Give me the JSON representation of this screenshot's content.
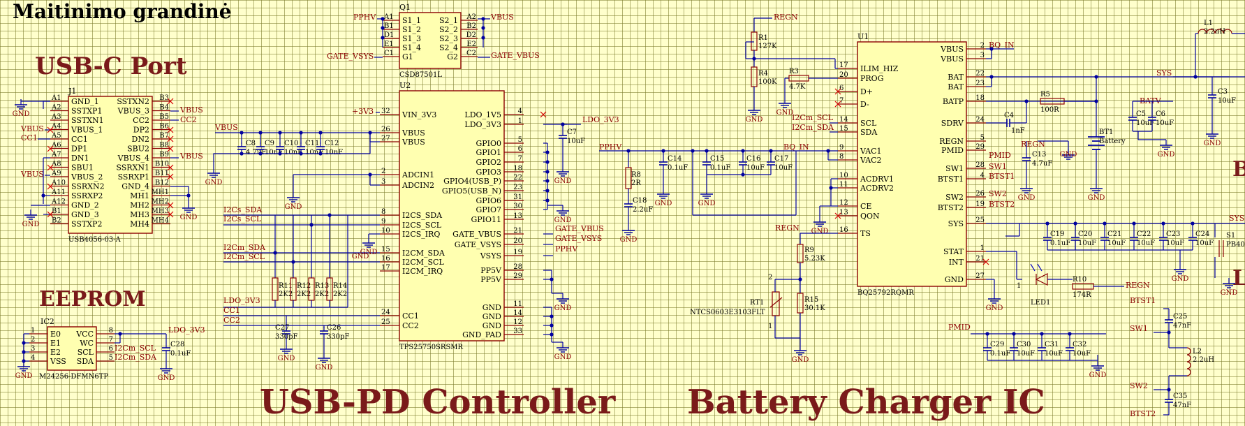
{
  "sheet_title": "Maitinimo grandinė",
  "sections": {
    "usb_port": "USB-C Port",
    "eeprom": "EEPROM",
    "pd_controller": "USB-PD Controller",
    "charger": "Battery Charger IC"
  },
  "colors": {
    "background": "#ffffcc",
    "wire": "#0000a0",
    "part_outline": "#8b0000",
    "part_fill": "#ffffb0",
    "net_label": "#8b0000",
    "text": "#000000"
  },
  "j1": {
    "ref": "J1",
    "part": "USB4056-03-A",
    "left": [
      {
        "pin": "A1",
        "name": "GND_1"
      },
      {
        "pin": "A2",
        "name": "SSTXP1"
      },
      {
        "pin": "A3",
        "name": "SSTXN1"
      },
      {
        "pin": "A4",
        "name": "VBUS_1"
      },
      {
        "pin": "A5",
        "name": "CC1"
      },
      {
        "pin": "A6",
        "name": "DP1"
      },
      {
        "pin": "A7",
        "name": "DN1"
      },
      {
        "pin": "A8",
        "name": "SBU1"
      },
      {
        "pin": "A9",
        "name": "VBUS_2"
      },
      {
        "pin": "A10",
        "name": "SSRXN2"
      },
      {
        "pin": "A11",
        "name": "SSRXP2"
      },
      {
        "pin": "A12",
        "name": "GND_2"
      },
      {
        "pin": "B1",
        "name": "GND_3"
      },
      {
        "pin": "B2",
        "name": "SSTXP2"
      }
    ],
    "right": [
      {
        "pin": "B3",
        "name": "SSTXN2"
      },
      {
        "pin": "B4",
        "name": "VBUS_3"
      },
      {
        "pin": "B5",
        "name": "CC2"
      },
      {
        "pin": "B6",
        "name": "DP2"
      },
      {
        "pin": "B7",
        "name": "DN2"
      },
      {
        "pin": "B8",
        "name": "SBU2"
      },
      {
        "pin": "B9",
        "name": "VBUS_4"
      },
      {
        "pin": "B10",
        "name": "SSRXN1"
      },
      {
        "pin": "B11",
        "name": "SSRXP1"
      },
      {
        "pin": "B12",
        "name": "GND_4"
      },
      {
        "pin": "MH1",
        "name": "MH1"
      },
      {
        "pin": "MH2",
        "name": "MH2"
      },
      {
        "pin": "MH3",
        "name": "MH3"
      },
      {
        "pin": "MH4",
        "name": "MH4"
      }
    ],
    "nets": {
      "vbus_a4": "VBUS",
      "cc1": "CC1",
      "vbus_a9": "VBUS",
      "vbus_b4": "VBUS",
      "cc2": "CC2",
      "vbus_b9": "VBUS"
    }
  },
  "q1": {
    "ref": "Q1",
    "part": "CSD87501L",
    "left": [
      {
        "pin": "A1",
        "name": "S1_1"
      },
      {
        "pin": "B1",
        "name": "S1_2"
      },
      {
        "pin": "D1",
        "name": "S1_3"
      },
      {
        "pin": "E1",
        "name": "S1_4"
      },
      {
        "pin": "C1",
        "name": "G1"
      }
    ],
    "right": [
      {
        "pin": "A2",
        "name": "S2_1"
      },
      {
        "pin": "B2",
        "name": "S2_2"
      },
      {
        "pin": "D2",
        "name": "S2_3"
      },
      {
        "pin": "E2",
        "name": "S2_4"
      },
      {
        "pin": "C2",
        "name": "G2"
      }
    ],
    "nets": {
      "left_top": "PPHV",
      "right_top": "VBUS",
      "left_gate": "GATE_VSYS",
      "right_gate": "GATE_VBUS"
    }
  },
  "u2": {
    "ref": "U2",
    "part": "TPS25750SRSMR",
    "left": [
      {
        "pin": "32",
        "name": "VIN_3V3"
      },
      {
        "pin": "26",
        "name": "VBUS"
      },
      {
        "pin": "27",
        "name": "VBUS"
      },
      {
        "pin": "2",
        "name": "ADCIN1"
      },
      {
        "pin": "3",
        "name": "ADCIN2"
      },
      {
        "pin": "8",
        "name": "I2CS_SDA"
      },
      {
        "pin": "9",
        "name": "I2CS_SCL"
      },
      {
        "pin": "10",
        "name": "I2CS_IRQ"
      },
      {
        "pin": "15",
        "name": "I2CM_SDA"
      },
      {
        "pin": "16",
        "name": "I2CM_SCL"
      },
      {
        "pin": "17",
        "name": "I2CM_IRQ"
      },
      {
        "pin": "24",
        "name": "CC1"
      },
      {
        "pin": "25",
        "name": "CC2"
      }
    ],
    "right": [
      {
        "pin": "4",
        "name": "LDO_1V5"
      },
      {
        "pin": "1",
        "name": "LDO_3V3"
      },
      {
        "pin": "5",
        "name": "GPIO0"
      },
      {
        "pin": "6",
        "name": "GPIO1"
      },
      {
        "pin": "7",
        "name": "GPIO2"
      },
      {
        "pin": "18",
        "name": "GPIO3"
      },
      {
        "pin": "22",
        "name": "GPIO4(USB_P)"
      },
      {
        "pin": "23",
        "name": "GPIO5(USB_N)"
      },
      {
        "pin": "31",
        "name": "GPIO6"
      },
      {
        "pin": "30",
        "name": "GPIO7"
      },
      {
        "pin": "13",
        "name": "GPIO11"
      },
      {
        "pin": "21",
        "name": "GATE_VBUS"
      },
      {
        "pin": "20",
        "name": "GATE_VSYS"
      },
      {
        "pin": "19",
        "name": "VSYS"
      },
      {
        "pin": "28",
        "name": "PP5V"
      },
      {
        "pin": "29",
        "name": "PP5V"
      },
      {
        "pin": "11",
        "name": "GND"
      },
      {
        "pin": "14",
        "name": "GND"
      },
      {
        "pin": "12",
        "name": "GND"
      },
      {
        "pin": "33",
        "name": "GND_PAD"
      }
    ],
    "nets": {
      "v3v3": "+3V3",
      "vbus": "VBUS",
      "i2cs_sda": "I2Cs_SDA",
      "i2cs_scl": "I2Cs_SCL",
      "i2cm_sda": "I2Cm_SDA",
      "i2cm_scl": "I2Cm_SCL",
      "ldo": "LDO_3V3",
      "cc1": "CC1",
      "cc2": "CC2",
      "ldo_out": "LDO_3V3",
      "gate_vbus": "GATE_VBUS",
      "gate_vsys": "GATE_VSYS",
      "pphv": "PPHV"
    }
  },
  "ic2": {
    "ref": "IC2",
    "part": "M24256-DFMN6TP",
    "left": [
      {
        "pin": "1",
        "name": "E0"
      },
      {
        "pin": "2",
        "name": "E1"
      },
      {
        "pin": "3",
        "name": "E2"
      },
      {
        "pin": "4",
        "name": "VSS"
      }
    ],
    "right": [
      {
        "pin": "8",
        "name": "VCC"
      },
      {
        "pin": "7",
        "name": "WC"
      },
      {
        "pin": "6",
        "name": "SCL"
      },
      {
        "pin": "5",
        "name": "SDA"
      }
    ],
    "nets": {
      "ldo": "LDO_3V3",
      "scl": "I2Cm_SCL",
      "sda": "I2Cm_SDA"
    }
  },
  "u1": {
    "ref": "U1",
    "part": "BQ25792RQMR",
    "left": [
      {
        "pin": "17",
        "name": "ILIM_HIZ"
      },
      {
        "pin": "20",
        "name": "PROG"
      },
      {
        "pin": "6",
        "name": "D+"
      },
      {
        "pin": "7",
        "name": "D-"
      },
      {
        "pin": "14",
        "name": "SCL"
      },
      {
        "pin": "15",
        "name": "SDA"
      },
      {
        "pin": "9",
        "name": "VAC1"
      },
      {
        "pin": "8",
        "name": "VAC2"
      },
      {
        "pin": "10",
        "name": "ACDRV1"
      },
      {
        "pin": "11",
        "name": "ACDRV2"
      },
      {
        "pin": "12",
        "name": "CE"
      },
      {
        "pin": "13",
        "name": "QON"
      },
      {
        "pin": "16",
        "name": "TS"
      }
    ],
    "right": [
      {
        "pin": "2",
        "name": "VBUS"
      },
      {
        "pin": "3",
        "name": "VBUS"
      },
      {
        "pin": "22",
        "name": "BAT"
      },
      {
        "pin": "23",
        "name": "BAT"
      },
      {
        "pin": "18",
        "name": "BATP"
      },
      {
        "pin": "24",
        "name": "SDRV"
      },
      {
        "pin": "5",
        "name": "REGN"
      },
      {
        "pin": "29",
        "name": "PMID"
      },
      {
        "pin": "28",
        "name": "SW1"
      },
      {
        "pin": "4",
        "name": "BTST1"
      },
      {
        "pin": "26",
        "name": "SW2"
      },
      {
        "pin": "19",
        "name": "BTST2"
      },
      {
        "pin": "25",
        "name": "SYS"
      },
      {
        "pin": "1",
        "name": "STAT"
      },
      {
        "pin": "21",
        "name": "INT"
      },
      {
        "pin": "27",
        "name": "GND"
      }
    ],
    "nets": {
      "regn": "REGN",
      "scl": "I2Cm_SCL",
      "sda": "I2Cm_SDA",
      "bq_in": "BQ_IN",
      "pphv": "PPHV",
      "bq_in_out": "BQ_IN",
      "pmid": "PMID",
      "regn_out": "REGN",
      "sw1": "SW1",
      "btst1": "BTST1",
      "sw2": "SW2",
      "btst2": "BTST2",
      "sys": "SYS",
      "batv": "BATV"
    }
  },
  "passives": [
    {
      "ref": "C8",
      "value": "4.7uF"
    },
    {
      "ref": "C9",
      "value": "10nF"
    },
    {
      "ref": "C10",
      "value": "10nF"
    },
    {
      "ref": "C11",
      "value": "10nF"
    },
    {
      "ref": "C12",
      "value": "10nF"
    },
    {
      "ref": "C7",
      "value": "10uF"
    },
    {
      "ref": "R11",
      "value": "2K2"
    },
    {
      "ref": "R12",
      "value": "2K2"
    },
    {
      "ref": "R13",
      "value": "2K2"
    },
    {
      "ref": "R14",
      "value": "2K2"
    },
    {
      "ref": "C27",
      "value": "330pF"
    },
    {
      "ref": "C26",
      "value": "330pF"
    },
    {
      "ref": "C28",
      "value": "0.1uF"
    },
    {
      "ref": "R8",
      "value": "2R"
    },
    {
      "ref": "C18",
      "value": "2.2uF"
    },
    {
      "ref": "C14",
      "value": "0.1uF"
    },
    {
      "ref": "C15",
      "value": "0.1uF"
    },
    {
      "ref": "C16",
      "value": "10uF"
    },
    {
      "ref": "C17",
      "value": "10uF"
    },
    {
      "ref": "R1",
      "value": "127K"
    },
    {
      "ref": "R4",
      "value": "100K"
    },
    {
      "ref": "R3",
      "value": "4.7K"
    },
    {
      "ref": "R9",
      "value": "5.23K"
    },
    {
      "ref": "R15",
      "value": "30.1K"
    },
    {
      "ref": "RT1",
      "value": "NTCS0603E3103FLT"
    },
    {
      "ref": "C4",
      "value": "1nF"
    },
    {
      "ref": "R5",
      "value": "100R"
    },
    {
      "ref": "C13",
      "value": "4.7uF"
    },
    {
      "ref": "BT1",
      "value": "Battery"
    },
    {
      "ref": "C5",
      "value": "10uF"
    },
    {
      "ref": "C6",
      "value": "10uF"
    },
    {
      "ref": "C3",
      "value": "10uF"
    },
    {
      "ref": "L1",
      "value": "2.2uH"
    },
    {
      "ref": "C19",
      "value": "0.1uF"
    },
    {
      "ref": "C20",
      "value": "10uF"
    },
    {
      "ref": "C21",
      "value": "10uF"
    },
    {
      "ref": "C22",
      "value": "10uF"
    },
    {
      "ref": "C23",
      "value": "10uF"
    },
    {
      "ref": "C24",
      "value": "10uF"
    },
    {
      "ref": "S1",
      "value": "PB40"
    },
    {
      "ref": "LED1",
      "value": ""
    },
    {
      "ref": "R10",
      "value": "174R"
    },
    {
      "ref": "C25",
      "value": "47nF"
    },
    {
      "ref": "L2",
      "value": "2.2uH"
    },
    {
      "ref": "C35",
      "value": "47nF"
    },
    {
      "ref": "C29",
      "value": "0.1uF"
    },
    {
      "ref": "C30",
      "value": "10uF"
    },
    {
      "ref": "C31",
      "value": "10uF"
    },
    {
      "ref": "C32",
      "value": "10uF"
    }
  ],
  "gnd_label": "GND",
  "edge_letters": [
    "B",
    "L"
  ]
}
